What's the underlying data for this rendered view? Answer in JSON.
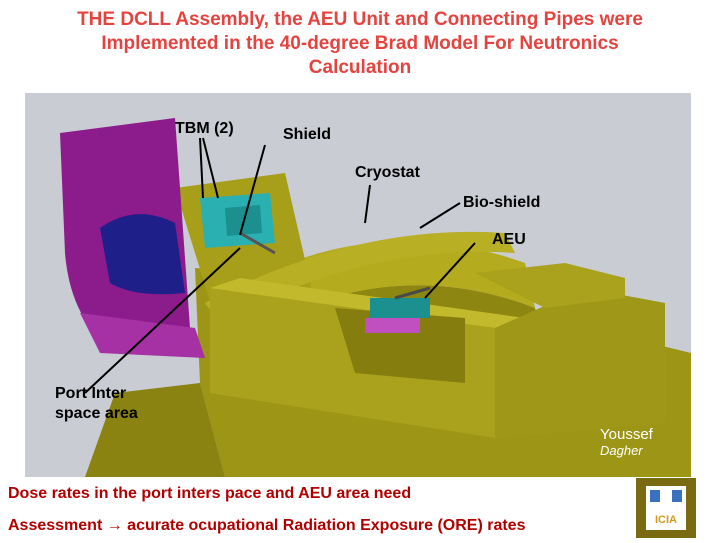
{
  "title": {
    "line1": "THE DCLL Assembly, the AEU Unit and Connecting Pipes were",
    "line2": "Implemented in the 40-degree Brad Model For Neutronics",
    "line3": "Calculation"
  },
  "labels": {
    "tbm": "TBM (2)",
    "shield": "Shield",
    "cryostat": "Cryostat",
    "bioshield": "Bio-shield",
    "aeu": "AEU",
    "port_line1": "Port Inter",
    "port_line2": "space area"
  },
  "author": {
    "line1": "Youssef",
    "line2": "Dagher"
  },
  "footer": {
    "line1": "Dose rates in the port inters pace and AEU area need",
    "line2": "Assessment → acurate ocupational Radiation Exposure (ORE) rates"
  },
  "logo": {
    "text": "ICIA"
  },
  "colors": {
    "title": "#e4443f",
    "footer": "#b00000",
    "olive": "#a9a11a",
    "magenta": "#8c1c8c",
    "blue": "#1f1f8a",
    "cyan": "#2ab0b0",
    "background": "#c9ccd3"
  }
}
